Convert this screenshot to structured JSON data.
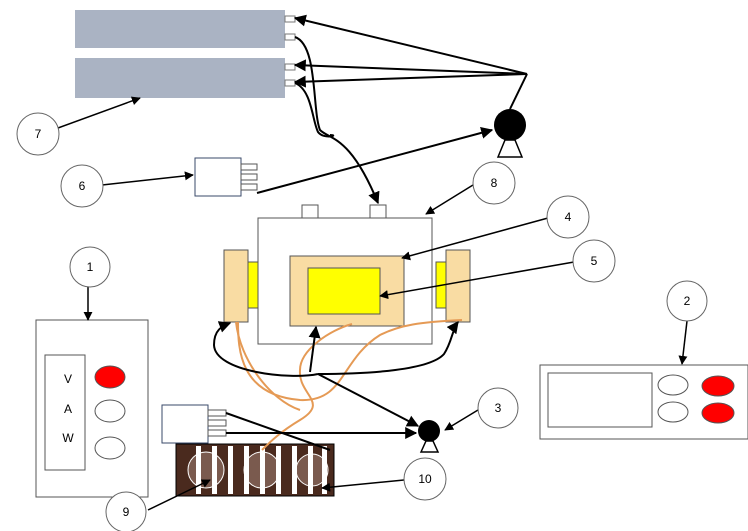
{
  "diagram": {
    "callouts": {
      "c1": "1",
      "c2": "2",
      "c3": "3",
      "c4": "4",
      "c5": "5",
      "c6": "6",
      "c7": "7",
      "c8": "8",
      "c9": "9",
      "c10": "10"
    },
    "meter_labels": {
      "v": "V",
      "a": "A",
      "w": "W"
    },
    "colors": {
      "acquisition_box": "#aab3c3",
      "chamber_plate": "#f9dca3",
      "sample": "#ffff00",
      "indicator_red": "#ff0000",
      "wire_orange": "#e59a55",
      "heatsink": "#4a2a1e"
    },
    "icons": [
      "pump-icon",
      "fan-icon",
      "heatsink-icon"
    ]
  }
}
